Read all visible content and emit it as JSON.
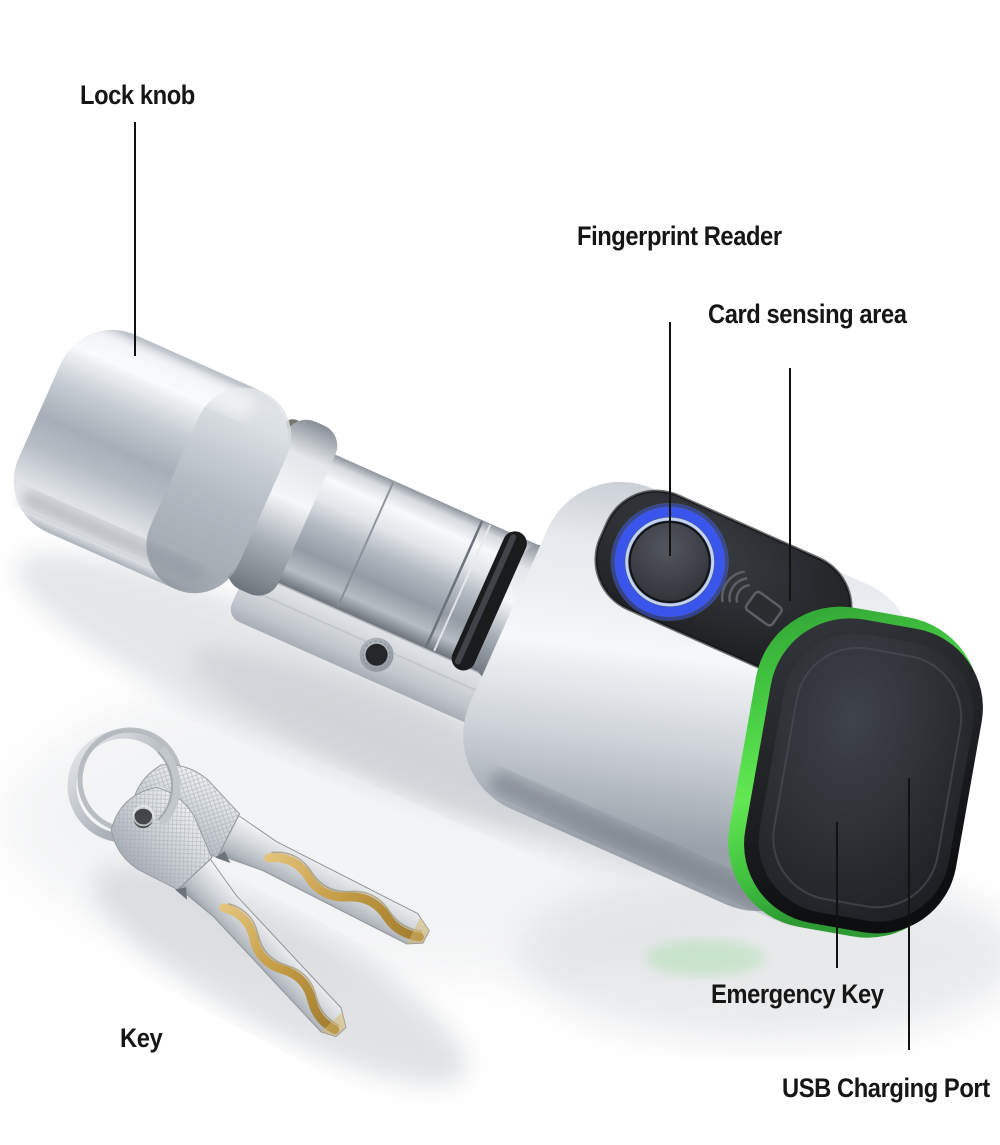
{
  "figure": {
    "subject": "Smart lock cylinder product diagram with labeled parts and two mechanical keys on a keyring",
    "background": "#ffffff",
    "callouts": [
      {
        "id": "lock-knob",
        "label": "Lock knob"
      },
      {
        "id": "fingerprint-reader",
        "label": "Fingerprint Reader"
      },
      {
        "id": "card-sensing-area",
        "label": "Card sensing area"
      },
      {
        "id": "emergency-key",
        "label": "Emergency Key"
      },
      {
        "id": "usb-charging-port",
        "label": "USB Charging Port"
      },
      {
        "id": "key",
        "label": "Key"
      }
    ],
    "colors": {
      "label_text": "#161616",
      "callout_line": "#111111",
      "body_metal": "#c9ced5",
      "panel_black": "#1c1e22",
      "fingerprint_ring_blue": "#3a55ec",
      "band_green": "#4ed24a",
      "key_brass": "#c49b44"
    },
    "icons": [
      {
        "name": "nfc-card-icon",
        "meaning": "contactless card sensing symbol on reader panel"
      }
    ]
  }
}
